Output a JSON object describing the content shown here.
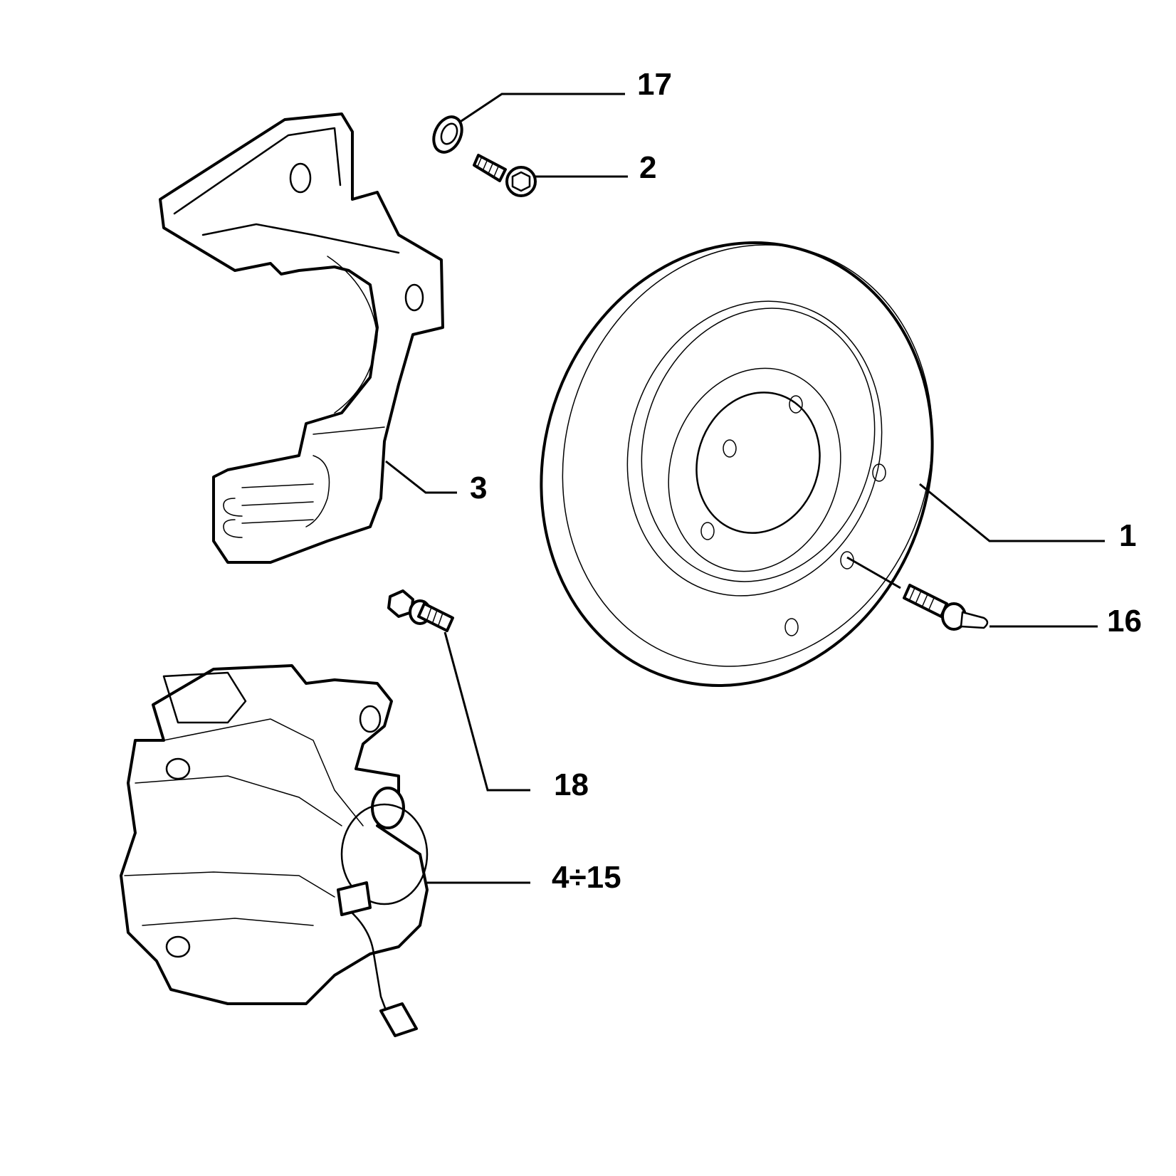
{
  "diagram": {
    "type": "exploded parts diagram",
    "subject": "front brake assembly",
    "parts": [
      {
        "ref": "1",
        "label": "1",
        "part": "brake disc"
      },
      {
        "ref": "2",
        "label": "2",
        "part": "bolt"
      },
      {
        "ref": "3",
        "label": "3",
        "part": "caliper bracket"
      },
      {
        "ref": "4-15",
        "label": "4÷15",
        "part": "brake caliper"
      },
      {
        "ref": "16",
        "label": "16",
        "part": "disc fixing screw"
      },
      {
        "ref": "17",
        "label": "17",
        "part": "washer"
      },
      {
        "ref": "18",
        "label": "18",
        "part": "bleed screw"
      }
    ]
  }
}
